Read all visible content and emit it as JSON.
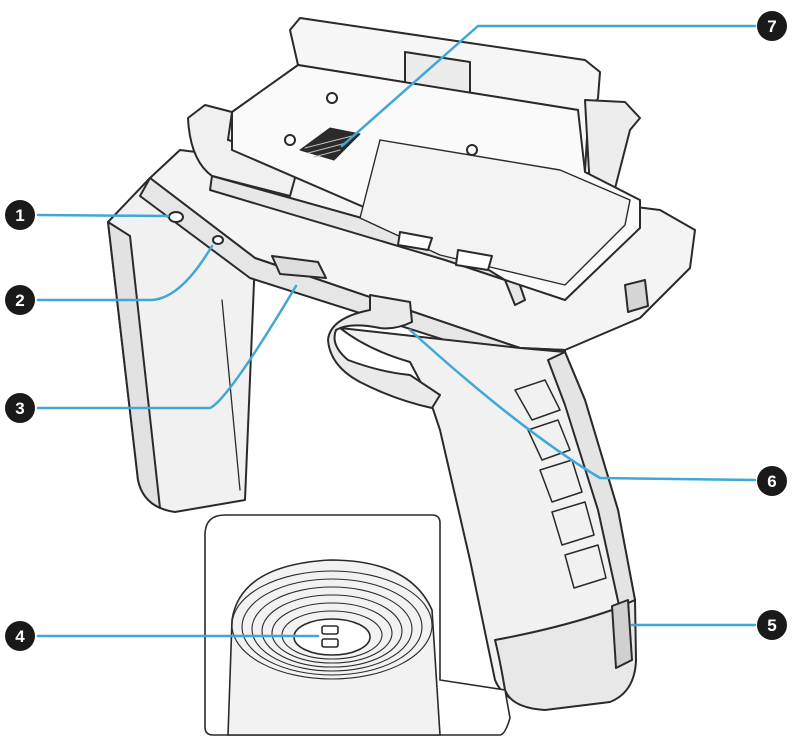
{
  "diagram": {
    "colors": {
      "stroke": "#2a2a2a",
      "body": "#f2f2f2",
      "body_shade": "#dcdcdc",
      "rubber": "#e4e4e4",
      "callout_badge": "#1a1a1a",
      "callout_number": "#ffffff",
      "leader_line": "#3fa8d6"
    },
    "callouts": [
      {
        "id": "1",
        "number": "1"
      },
      {
        "id": "2",
        "number": "2"
      },
      {
        "id": "3",
        "number": "3"
      },
      {
        "id": "4",
        "number": "4"
      },
      {
        "id": "5",
        "number": "5"
      },
      {
        "id": "6",
        "number": "6"
      },
      {
        "id": "7",
        "number": "7"
      }
    ]
  }
}
